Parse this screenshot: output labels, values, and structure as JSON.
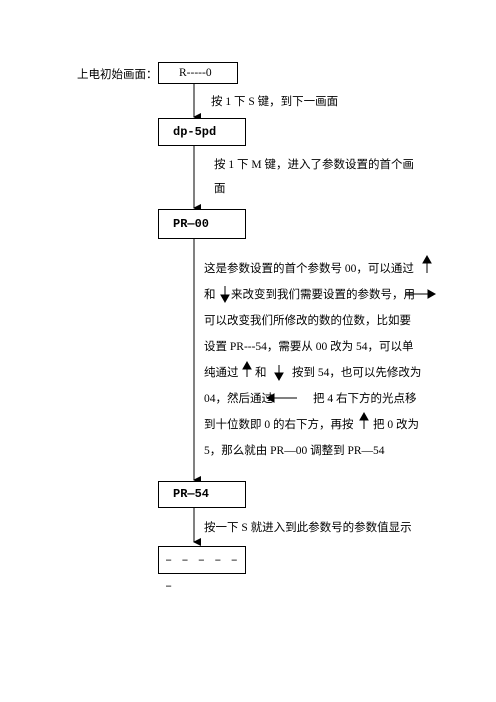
{
  "flow": {
    "start_label": "上电初始画面：",
    "box_initial": "R-----0",
    "step1": "按 1 下 S 键，到下一画面",
    "box_dp": "dp-5pd",
    "step2_line1": "按 1 下 M 键，进入了参数设置的首个画",
    "step2_line2": "面",
    "box_pr00": "PR—00",
    "explanation": {
      "line1": "这是参数设置的首个参数号 00，可以通过",
      "line2_a": "和",
      "line2_b": "来改变到我们需要设置的参数号，用",
      "line3": "可以改变我们所修改的数的位数，比如要",
      "line4": "设置 PR---54，需要从 00 改为 54，可以单",
      "line5_a": "纯通过",
      "line5_b": "和",
      "line5_c": "按到 54，也可以先修改为",
      "line6_a": "04，然后通过",
      "line6_b": "把 4 右下方的光点移",
      "line7_a": "到十位数即 0 的右下方，再按",
      "line7_b": "把 0 改为",
      "line8": "5，那么就由 PR—00 调整到 PR—54"
    },
    "box_pr54": "PR—54",
    "step3": "按一下 S 就进入到此参数号的参数值显示",
    "box_final": "– – – – – –"
  },
  "icons": [
    "up-arrow-icon",
    "down-arrow-icon",
    "left-arrow-icon",
    "right-arrow-icon"
  ]
}
